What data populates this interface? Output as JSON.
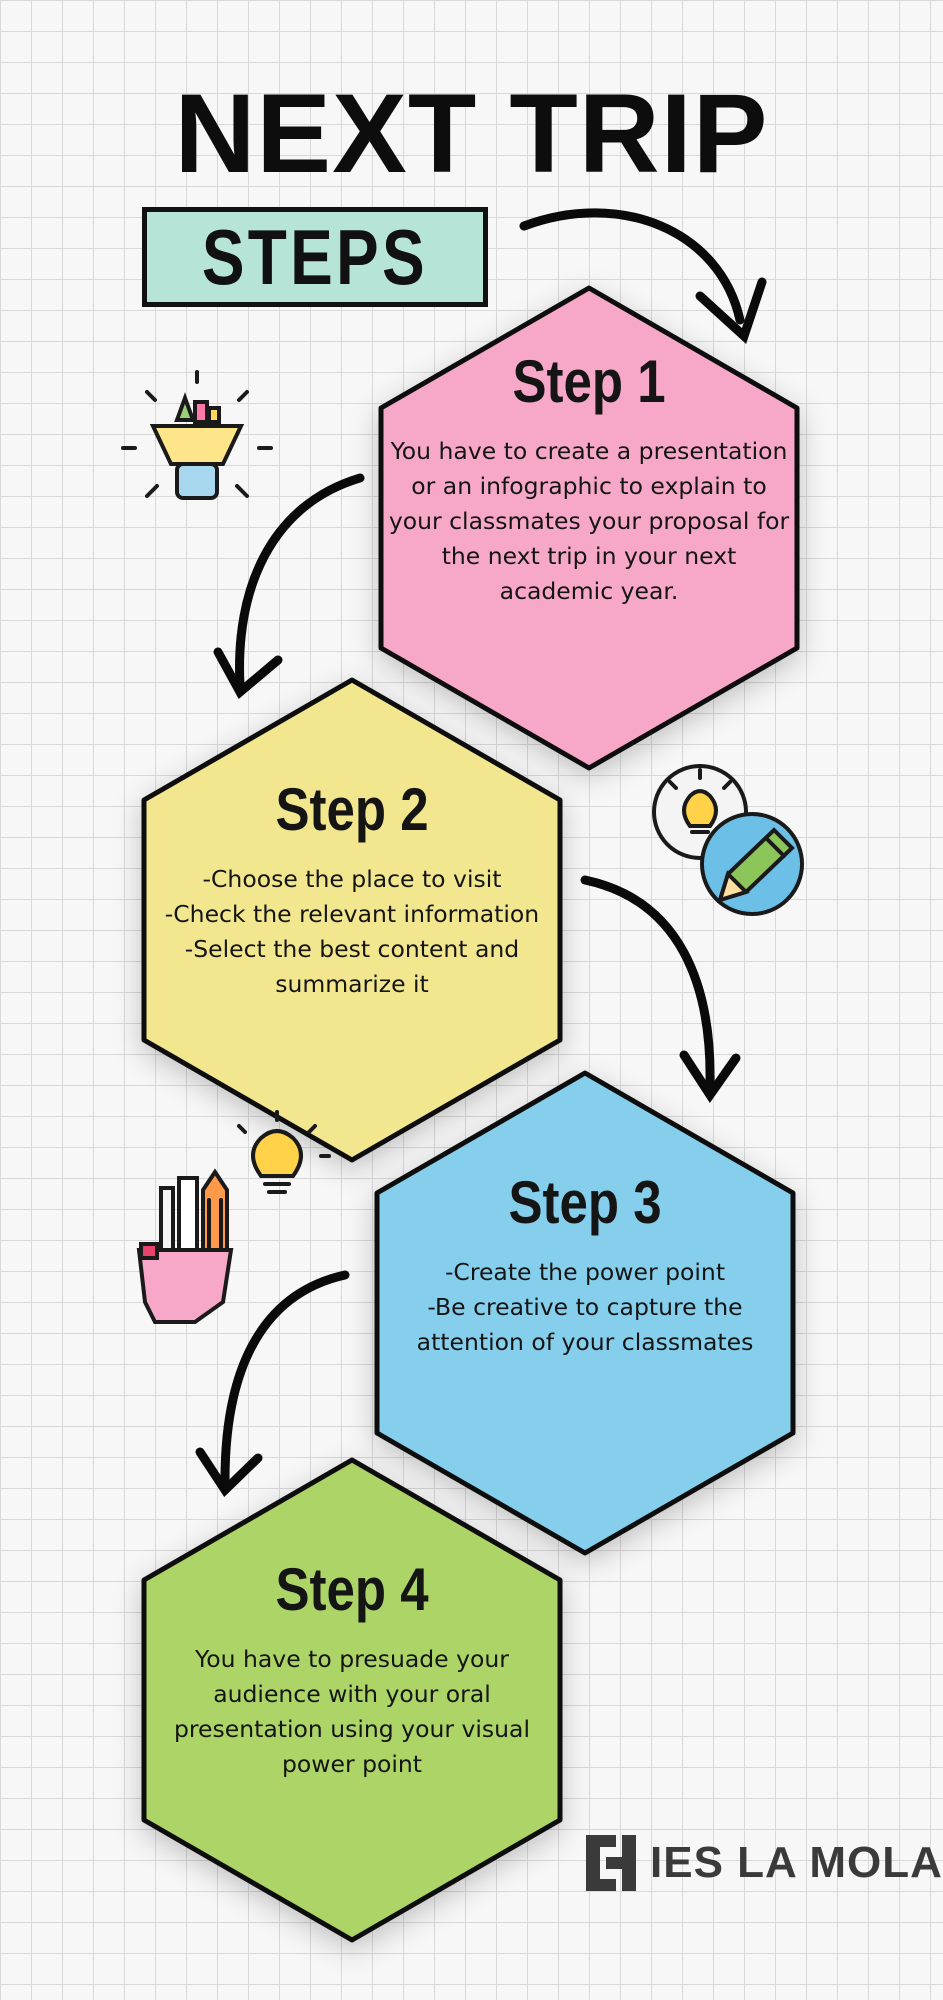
{
  "title": "NEXT TRIP",
  "subtitle": "STEPS",
  "steps": [
    {
      "title": "Step 1",
      "lines": [
        "You have to create a presentation",
        "or an infographic to explain to",
        "your classmates your proposal for",
        "the next trip in your next",
        "academic year."
      ],
      "color": "#f7a8c8"
    },
    {
      "title": "Step 2",
      "lines": [
        "-Choose the place to visit",
        "-Check the relevant information",
        "-Select the best content and",
        "summarize it"
      ],
      "color": "#f2e78e"
    },
    {
      "title": "Step 3",
      "lines": [
        "-Create the power point",
        "-Be creative to capture the",
        "attention of your classmates"
      ],
      "color": "#85cfec"
    },
    {
      "title": "Step 4",
      "lines": [
        "You have to presuade your",
        "audience with your oral",
        "presentation using your visual",
        "power point"
      ],
      "color": "#acd466"
    }
  ],
  "logo": {
    "text": "IES LA MOLA",
    "icon": "ies-logo-icon"
  },
  "icons": [
    "lamp-creativity-icon",
    "lightbulb-pencil-icon",
    "pencils-lightbulb-icon"
  ],
  "colors": {
    "background": "#f7f7f7",
    "grid": "#d8d8d8",
    "badge": "#b6e4d6",
    "outline": "#111111"
  }
}
